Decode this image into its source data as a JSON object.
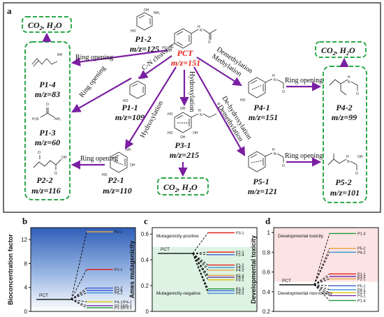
{
  "panel_a": {
    "label": "a",
    "center": {
      "name": "PCT",
      "mz": "m/z=151"
    },
    "co2_box": "CO",
    "co2_sub": "2",
    "co2_rest": ", H",
    "h2o_sub": "2",
    "h2o_rest": "O",
    "products": [
      {
        "id": "p1_2",
        "name": "P1-2",
        "mz": "m/z=125"
      },
      {
        "id": "p1_1",
        "name": "P1-1",
        "mz": "m/z=109"
      },
      {
        "id": "p1_4",
        "name": "P1-4",
        "mz": "m/z=83"
      },
      {
        "id": "p1_3",
        "name": "P1-3",
        "mz": "m/z=60"
      },
      {
        "id": "p2_2",
        "name": "P2-2",
        "mz": "m/z=116"
      },
      {
        "id": "p2_1",
        "name": "P2-1",
        "mz": "m/z=110"
      },
      {
        "id": "p3_1",
        "name": "P3-1",
        "mz": "m/z=215"
      },
      {
        "id": "p4_1",
        "name": "P4-1",
        "mz": "m/z=151"
      },
      {
        "id": "p4_2",
        "name": "P4-2",
        "mz": "m/z=99"
      },
      {
        "id": "p5_1",
        "name": "P5-1",
        "mz": "m/z=121"
      },
      {
        "id": "p5_2",
        "name": "P5-2",
        "mz": "m/z=101"
      }
    ],
    "reactions": {
      "ring_opening": "Ring opening",
      "cn_cleavage": "C-N cleavage",
      "hydroxylation": "Hydroxylation",
      "demethylation": "Demethylation",
      "methylation": "Methylation",
      "dehydroxylation": "De-hydroxylation",
      "demethylation2": "+Demethylation"
    }
  },
  "chart_data": [
    {
      "panel": "b",
      "type": "line",
      "ylabel": "Bioconcentration factor",
      "ylim": [
        0,
        14
      ],
      "yticks": [
        0,
        4,
        8,
        12
      ],
      "center": {
        "label": "PCT",
        "value": 2.0
      },
      "points": [
        {
          "label": "P2-1",
          "value": 13.3,
          "color": "#e8a24a"
        },
        {
          "label": "P1-1",
          "value": 7.0,
          "color": "#e0201a"
        },
        {
          "label": "P1-2",
          "value": 3.9,
          "color": "#3a5fd9"
        },
        {
          "label": "P1-4",
          "value": 3.5,
          "color": "#3a5fd9"
        },
        {
          "label": "P5-1",
          "value": 3.1,
          "color": "#3a8fd9"
        },
        {
          "label": "P4-1/P4-2",
          "value": 1.6,
          "color": "#e3c200"
        },
        {
          "label": "P2-2/P5-2",
          "value": 0.95,
          "color": "#6b2fa0"
        },
        {
          "label": "P1-3/P3-1",
          "value": 0.6,
          "color": "#1e9a3a"
        }
      ]
    },
    {
      "panel": "c",
      "type": "line",
      "ylabel": "Ames mutagenicity",
      "ylim": [
        0,
        0.65
      ],
      "yticks": [
        0.0,
        0.2,
        0.4,
        0.6
      ],
      "annotations": [
        "Mutagenicity-positive",
        "Mutagenicity-negative"
      ],
      "threshold": 0.5,
      "center": {
        "label": "PCT",
        "value": 0.45
      },
      "points": [
        {
          "label": "P3-1",
          "value": 0.61,
          "color": "#e0201a"
        },
        {
          "label": "P1-1",
          "value": 0.46,
          "color": "#e0201a"
        },
        {
          "label": "P1-4",
          "value": 0.44,
          "color": "#3a5fd9"
        },
        {
          "label": "P1-2",
          "value": 0.36,
          "color": "#e0201a"
        },
        {
          "label": "P4-1",
          "value": 0.34,
          "color": "#3a8fd9"
        },
        {
          "label": "P4-2",
          "value": 0.32,
          "color": "#e8a24a"
        },
        {
          "label": "P2-2",
          "value": 0.28,
          "color": "#e8a24a"
        },
        {
          "label": "P5-2",
          "value": 0.265,
          "color": "#6b2fa0"
        },
        {
          "label": "P2-1",
          "value": 0.245,
          "color": "#e3c200"
        },
        {
          "label": "P1-3",
          "value": 0.175,
          "color": "#1e9a3a"
        },
        {
          "label": "P3-1",
          "value": 0.16,
          "color": "#3a5fd9"
        },
        {
          "label": "P5-1",
          "value": 0.14,
          "color": "#3a8fd9"
        }
      ]
    },
    {
      "panel": "d",
      "type": "line",
      "ylabel": "Developmental toxicity",
      "ylim": [
        0.2,
        1.05
      ],
      "yticks": [
        0.2,
        0.4,
        0.6,
        0.8,
        1.0
      ],
      "annotations": [
        "Developmental toxicity",
        "Developmental non-toxicity"
      ],
      "threshold": 0.5,
      "center": {
        "label": "PCT",
        "value": 0.47
      },
      "points": [
        {
          "label": "P1-3",
          "value": 0.99,
          "color": "#1e9a3a"
        },
        {
          "label": "P5-2",
          "value": 0.84,
          "color": "#e8a24a"
        },
        {
          "label": "P4-2",
          "value": 0.8,
          "color": "#3a8fd9"
        },
        {
          "label": "P1-1",
          "value": 0.58,
          "color": "#e0201a"
        },
        {
          "label": "P1-2",
          "value": 0.555,
          "color": "#6b2fa0"
        },
        {
          "label": "P2-1",
          "value": 0.53,
          "color": "#e8a24a"
        },
        {
          "label": "P5-1",
          "value": 0.46,
          "color": "#3a5fd9"
        },
        {
          "label": "P4-1",
          "value": 0.42,
          "color": "#3a8fd9"
        },
        {
          "label": "P2-2",
          "value": 0.39,
          "color": "#e3c200"
        },
        {
          "label": "P3-1",
          "value": 0.36,
          "color": "#6b2fa0"
        },
        {
          "label": "P1-4",
          "value": 0.31,
          "color": "#1e9a3a"
        }
      ]
    }
  ],
  "colors": {
    "arrow": "#7a1fa2",
    "box": "#2da84a",
    "red": "#e0201a",
    "panel_b_top": "#2f5fb8",
    "panel_c_fill": "#dff3e3",
    "panel_d_fill": "#fde4e4"
  }
}
